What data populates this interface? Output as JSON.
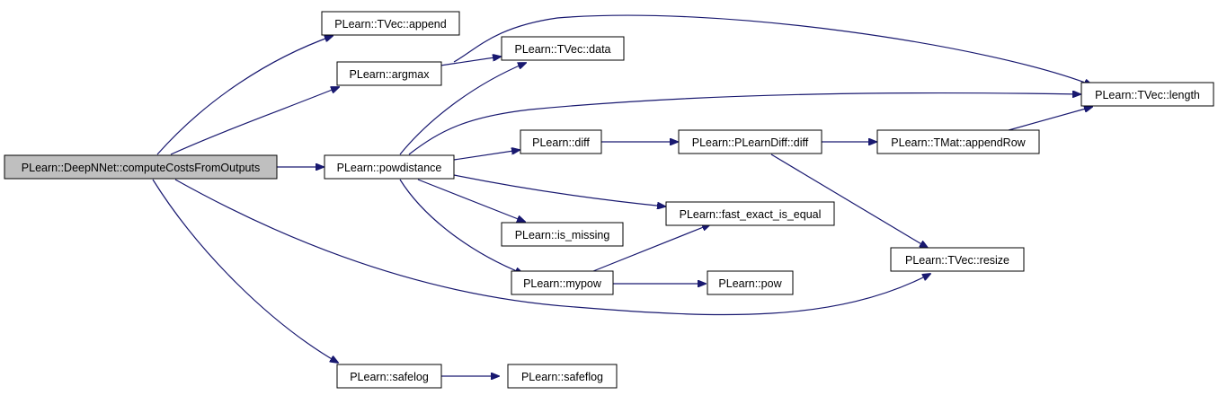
{
  "graph": {
    "nodes": [
      {
        "id": "root",
        "label": "PLearn::DeepNNet::computeCostsFromOutputs",
        "root": true
      },
      {
        "id": "append",
        "label": "PLearn::TVec::append"
      },
      {
        "id": "argmax",
        "label": "PLearn::argmax"
      },
      {
        "id": "data",
        "label": "PLearn::TVec::data"
      },
      {
        "id": "length",
        "label": "PLearn::TVec::length"
      },
      {
        "id": "powdistance",
        "label": "PLearn::powdistance"
      },
      {
        "id": "diff",
        "label": "PLearn::diff"
      },
      {
        "id": "plearndiff",
        "label": "PLearn::PLearnDiff::diff"
      },
      {
        "id": "appendrow",
        "label": "PLearn::TMat::appendRow"
      },
      {
        "id": "fastequal",
        "label": "PLearn::fast_exact_is_equal"
      },
      {
        "id": "ismissing",
        "label": "PLearn::is_missing"
      },
      {
        "id": "resize",
        "label": "PLearn::TVec::resize"
      },
      {
        "id": "mypow",
        "label": "PLearn::mypow"
      },
      {
        "id": "pow",
        "label": "PLearn::pow"
      },
      {
        "id": "safelog",
        "label": "PLearn::safelog"
      },
      {
        "id": "safeflog",
        "label": "PLearn::safeflog"
      }
    ],
    "edges": [
      {
        "from": "root",
        "to": "append"
      },
      {
        "from": "root",
        "to": "argmax"
      },
      {
        "from": "root",
        "to": "powdistance"
      },
      {
        "from": "root",
        "to": "resize"
      },
      {
        "from": "root",
        "to": "safelog"
      },
      {
        "from": "argmax",
        "to": "data"
      },
      {
        "from": "argmax",
        "to": "length"
      },
      {
        "from": "powdistance",
        "to": "data"
      },
      {
        "from": "powdistance",
        "to": "length"
      },
      {
        "from": "powdistance",
        "to": "diff"
      },
      {
        "from": "powdistance",
        "to": "fastequal"
      },
      {
        "from": "powdistance",
        "to": "ismissing"
      },
      {
        "from": "powdistance",
        "to": "mypow"
      },
      {
        "from": "diff",
        "to": "plearndiff"
      },
      {
        "from": "plearndiff",
        "to": "appendrow"
      },
      {
        "from": "plearndiff",
        "to": "resize"
      },
      {
        "from": "appendrow",
        "to": "length"
      },
      {
        "from": "mypow",
        "to": "fastequal"
      },
      {
        "from": "mypow",
        "to": "pow"
      },
      {
        "from": "safelog",
        "to": "safeflog"
      }
    ]
  },
  "colors": {
    "edge": "#191970",
    "root_fill": "#bfbfbf",
    "node_fill": "#ffffff",
    "node_border": "#000000"
  }
}
